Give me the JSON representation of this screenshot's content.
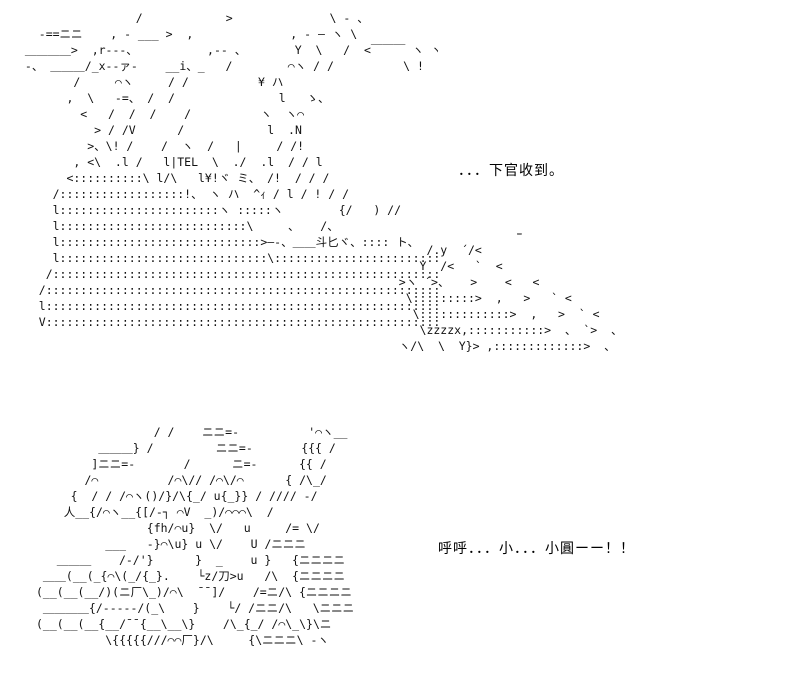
{
  "dialogue": {
    "line1": "．．．下官收到。",
    "line2": "呼呼．．．小．．．小圓ーー！！"
  },
  "art": {
    "scene_top": "                 /            >              \\ - 、\n   -==ニニ    , - ___ >  ,              , - ― ヽ \\\n ＿＿＿＿>  ,r---、          ,-- 、       Y  \\   /  <￣￣￣ ヽ ヽ\n -、 ＿＿＿/_x--ァ-    __i、_   /        ⌒ヽ / /          \\ !\n        /     ⌒ヽ     / /          ¥ ハ\n       ,  \\   -=、 /  /               l   ゝ、\n         <   /  /  /    /          ヽ  ヽ⌒\n           > / /V      /            l  .N\n          >、\\! /    /  ヽ  /   |     / /!\n        , <\\  .l /   l|TEL  \\  ./  .l  / / l\n       <::::::::::\\ l/\\   l¥!ヾ ミ、 /!  / / /\n     /::::::::::::::::::!、 ヽ ハ  ^ｨ / l / ! / /\n     l:::::::::::::::::::::::ヽ :::::ヽ        {/   ) //\n     l:::::::::::::::::::::::::::\\     、   /、\n     l:::::::::::::::::::::::::::::>―-、＿＿斗匕ヾ、:::: ト、\n     l::::::::::::::::::::::::::::::\\::::::::::::::::::::::::::)――,― 匕\n    /:::::::::::::::::::::::::::::::::::::::::::::::::::::::::::::::::::l\n   /:::::::::::::::::::::::::::::::::::::::::::::::::::::::::::::::::::l\n   l::::::::::::::::::::::::::::::::::::::::::::::::::::::::::::::::::::l\n   V::::::::::::::::::::::::::::::::::::::::::::::::::::::::::::::::::::l\\",
    "scene_zzz": "                    ｰ\n       /.y  ´/<\n      Y  /<   `  <\n   >ヽ ´>、   >    <   <\n    \\:::::::::>  ,   >   ` <\n     \\:::::::::::::>  ,   >  ` <\n      \\zzzzx,:::::::::::>  、 `>  、\n   ヽ/\\  \\  Y}> ,:::::::::::::>  、",
    "scene_bottom": "                 / /    ニニ=-          '⌒ヽ__\n         ＿＿＿} /         ニニ=-       {{{ /\n        ]ニニ=-       /      ニ=-      {{ /\n       /⌒          /⌒\\// /⌒\\/⌒      { /\\_/\n     {  / / /⌒ヽ()/}/\\{_/ u{_}} / //// -/\n    人__{/⌒ヽ__{[/-┐ ⌒V  _)/⌒⌒⌒\\  /\n                {fh/⌒u}  \\/   u     /= \\/\n          ___   -}⌒\\u} u \\/    U /ニニニ\n   ＿＿＿    /-/'}      }  _    u }   {ニニニニ\n ＿＿(__(_{⌒\\(_/{_}.    └z/刀>u   /\\  {ニニニニ\n(__(__(__/)(ニ厂\\_)/⌒\\  ¯¯]/    /=ニ/\\ {ニニニニ\n ＿＿＿＿{/-----/(_\\    }    └/ /ニニ/\\   \\ニニニ\n(__(__(__{__/¯¯{__\\__\\}    /\\_{_/ /⌒\\_\\}\\ニ\n          \\{{{{{///⌒⌒厂}/\\     {\\ニニニ\\ -ヽ"
  }
}
